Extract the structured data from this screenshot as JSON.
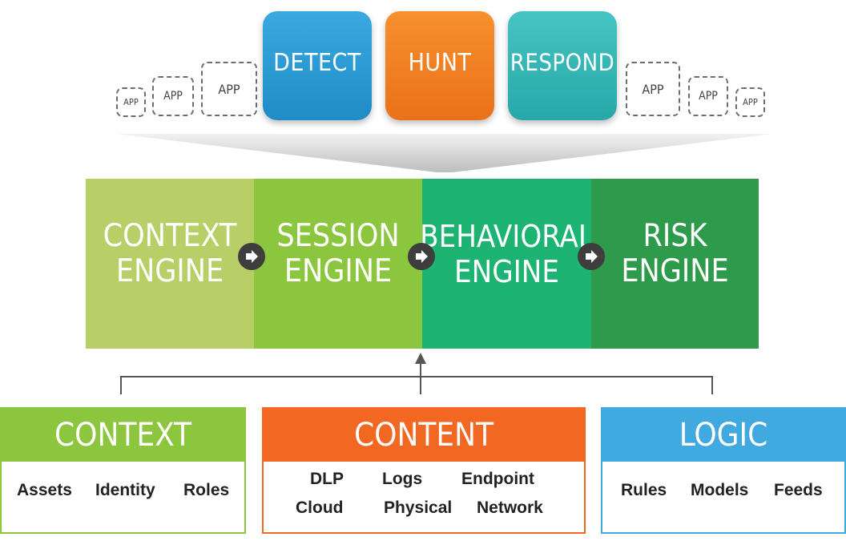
{
  "apps": {
    "left": [
      "APP",
      "APP",
      "APP"
    ],
    "right": [
      "APP",
      "APP",
      "APP"
    ],
    "main": [
      {
        "label": "DETECT",
        "color": "#2f9ed6"
      },
      {
        "label": "HUNT",
        "color": "#f07f23"
      },
      {
        "label": "RESPOND",
        "color": "#33b5b5"
      }
    ]
  },
  "engines": [
    {
      "line1": "CONTEXT",
      "line2": "ENGINE",
      "color": "#b7cf66"
    },
    {
      "line1": "SESSION",
      "line2": "ENGINE",
      "color": "#8cc63f"
    },
    {
      "line1": "BEHAVIORAL",
      "line2": "ENGINE",
      "color": "#1cb373"
    },
    {
      "line1": "RISK",
      "line2": "ENGINE",
      "color": "#2e9a4b"
    }
  ],
  "sources": {
    "context": {
      "title": "CONTEXT",
      "color": "#8cc63f",
      "items": [
        "Assets",
        "Identity",
        "Roles"
      ]
    },
    "content": {
      "title": "CONTENT",
      "color": "#f26722",
      "items": [
        "DLP",
        "Logs",
        "Endpoint",
        "Cloud",
        "Physical",
        "Network"
      ]
    },
    "logic": {
      "title": "LOGIC",
      "color": "#3fa9e0",
      "items": [
        "Rules",
        "Models",
        "Feeds"
      ]
    }
  }
}
